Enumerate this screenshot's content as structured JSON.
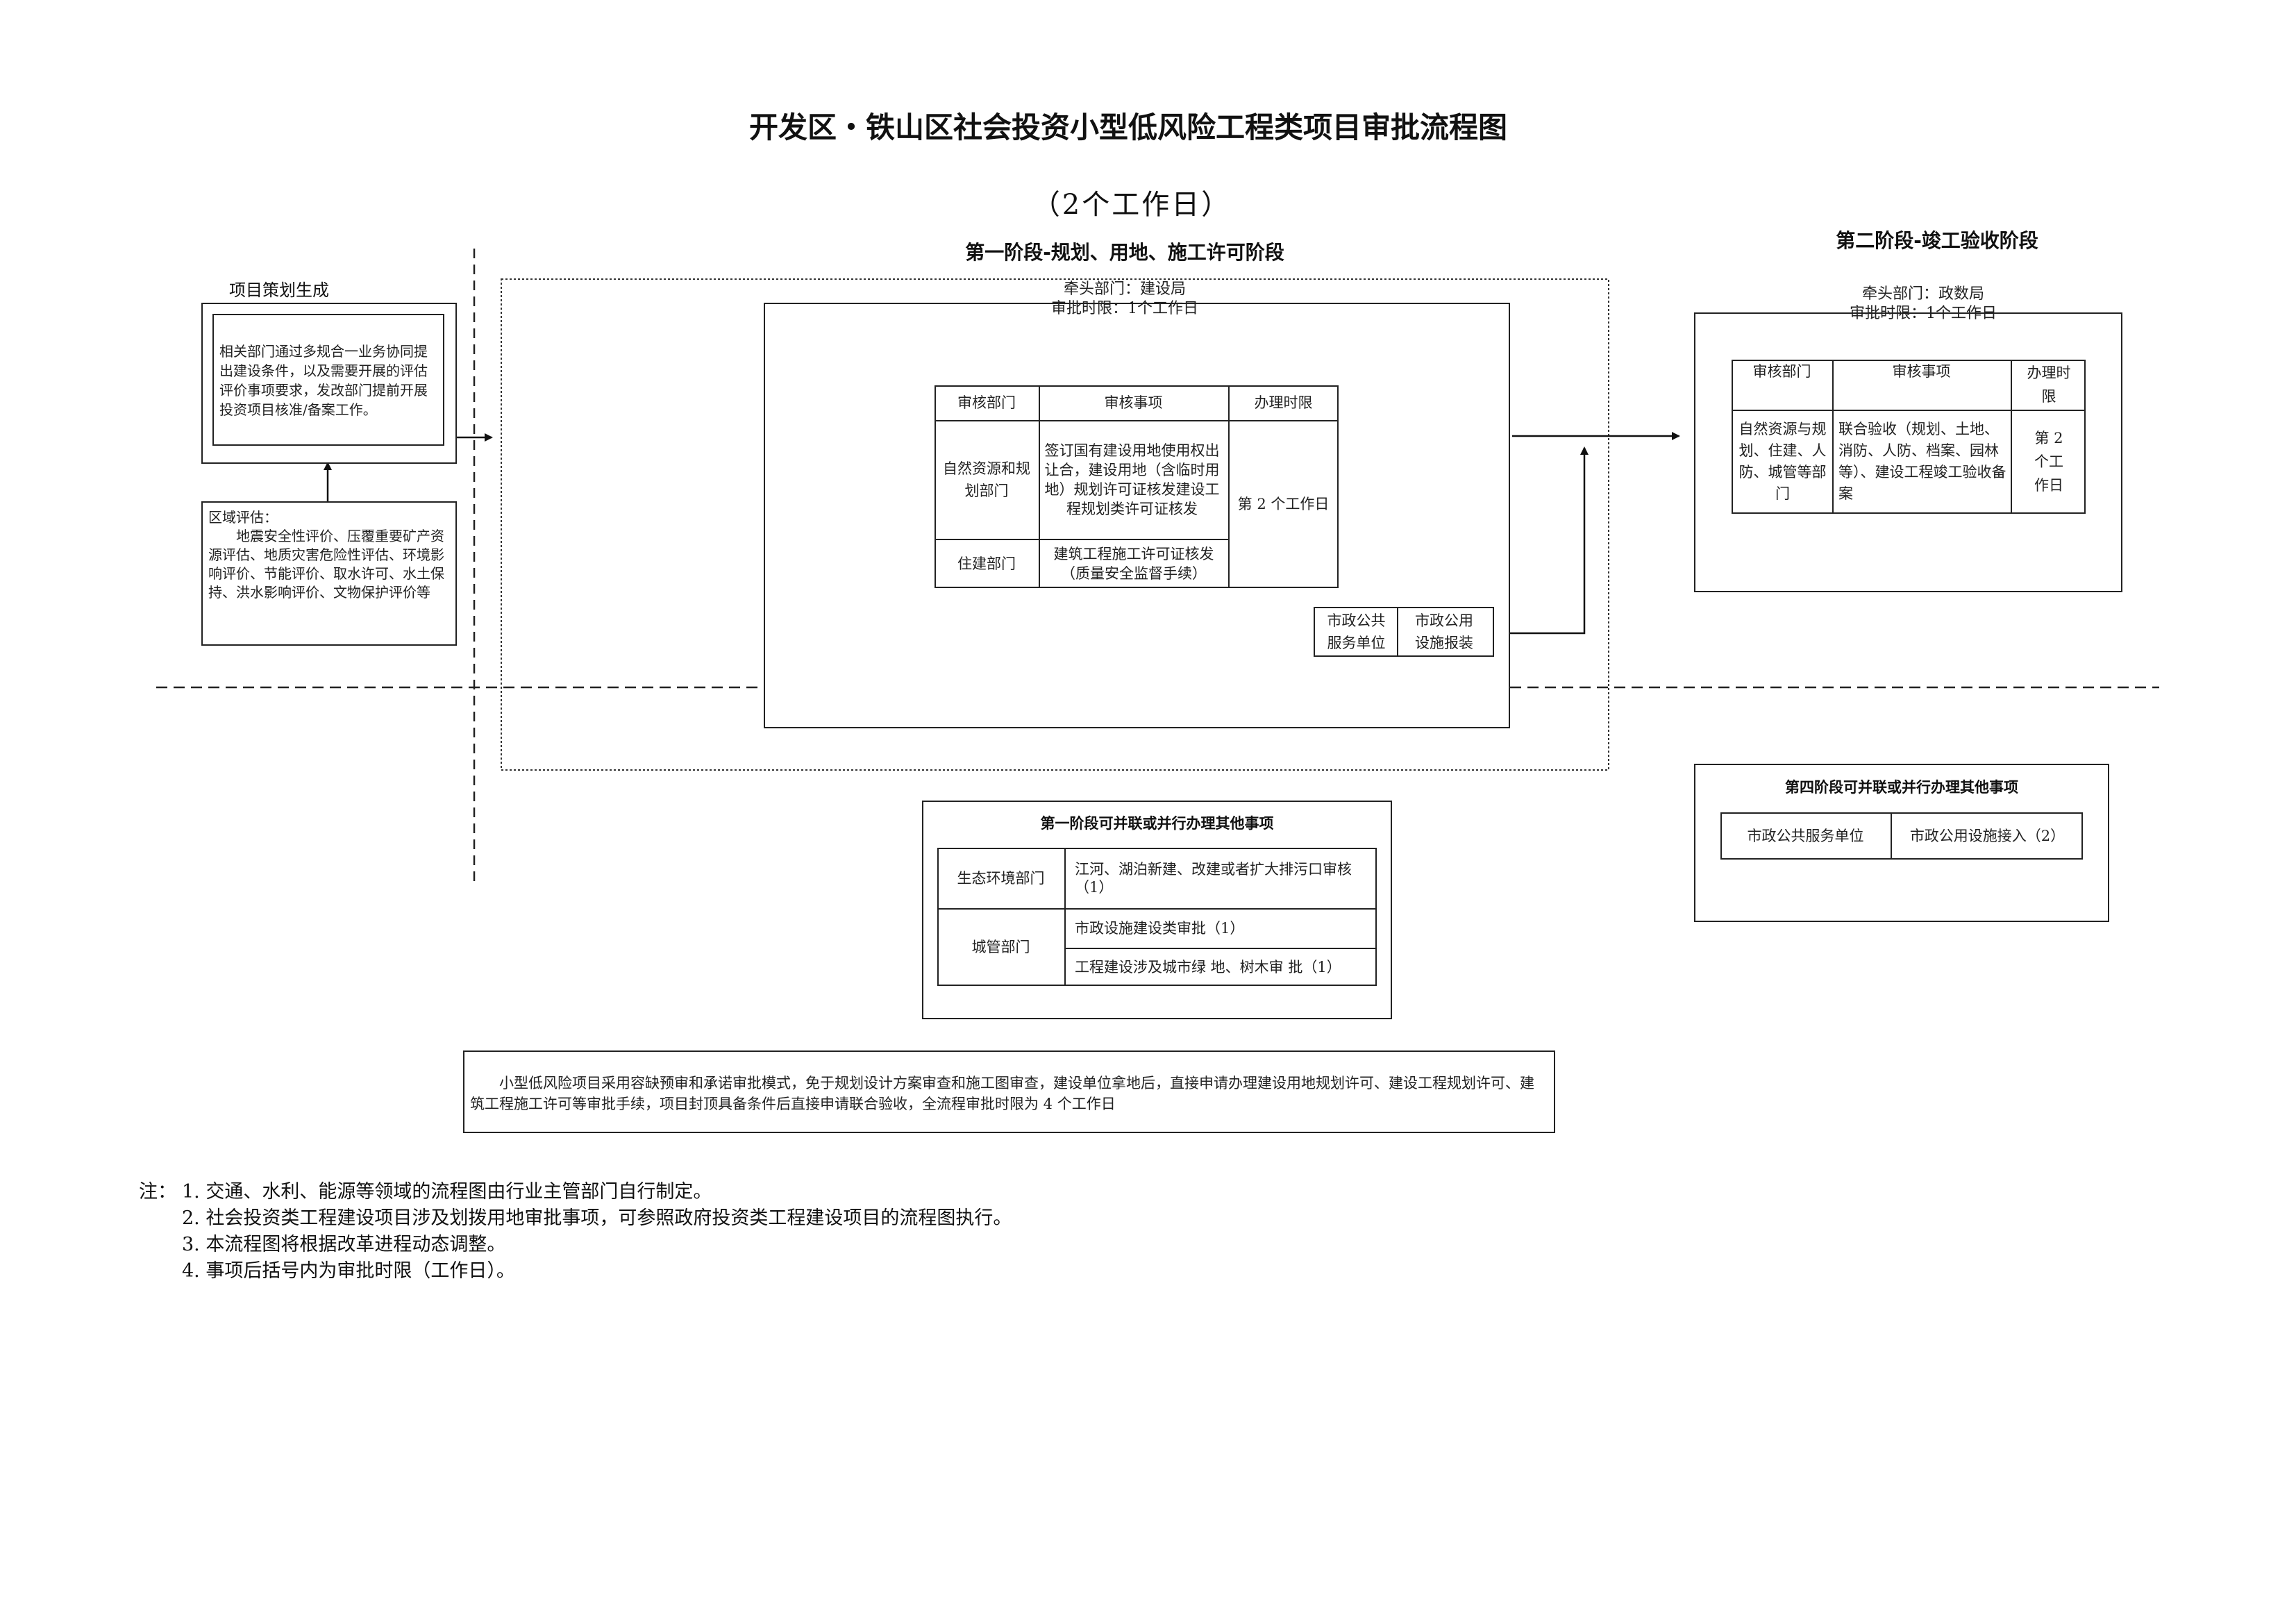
{
  "title": "开发区・铁山区社会投资小型低风险工程类项目审批流程图",
  "subtitle": "（2个工作日）",
  "project_planning": {
    "label": "项目策划生成",
    "content": "相关部门通过多规合一业务协同提出建设条件，以及需要开展的评估评价事项要求，发改部门提前开展投资项目核准/备案工作。"
  },
  "regional_assessment": {
    "label": "区域评估：",
    "content": "地震安全性评价、压覆重要矿产资源评估、地质灾害危险性评估、环境影响评价、节能评价、取水许可、水土保持、洪水影响评价、文物保护评价等"
  },
  "stage1": {
    "title": "第一阶段-规划、用地、施工许可阶段",
    "lead_dept": "牵头部门：建设局",
    "time_limit": "审批时限：1个工作日",
    "table": {
      "headers": [
        "审核部门",
        "审核事项",
        "办理时限"
      ],
      "rows": [
        {
          "dept": "自然资源和规划部门",
          "item": "签订国有建设用地使用权出让合，建设用地（含临时用地）规划许可证核发建设工程规划类许可证核发"
        },
        {
          "dept": "住建部门",
          "item": "建筑工程施工许可证核发（质量安全监督手续）"
        }
      ],
      "duration": "第 2 个工作日"
    },
    "municipal": {
      "unit": "市政公共服务单位",
      "item": "市政公用设施报装"
    }
  },
  "stage2": {
    "title": "第二阶段-竣工验收阶段",
    "lead_dept": "牵头部门：政数局",
    "time_limit": "审批时限：1个工作日",
    "table": {
      "headers": [
        "审核部门",
        "审核事项",
        "办理时限"
      ],
      "dept": "自然资源与规划、住建、人防、城管等部门",
      "item": "联合验收（规划、土地、消防、人防、档案、园林等）、建设工程竣工验收备案",
      "duration": "第 2 个工作日"
    }
  },
  "stage1_parallel": {
    "title": "第一阶段可并联或并行办理其他事项",
    "rows": [
      {
        "dept": "生态环境部门",
        "items": [
          "江河、湖泊新建、改建或者扩大排污口审核（1）"
        ]
      },
      {
        "dept": "城管部门",
        "items": [
          "市政设施建设类审批（1）",
          "工程建设涉及城市绿 地、树木审 批（1）"
        ]
      }
    ]
  },
  "stage4_parallel": {
    "title": "第四阶段可并联或并行办理其他事项",
    "unit": "市政公共服务单位",
    "item": "市政公用设施接入（2）"
  },
  "description": "小型低风险项目采用容缺预审和承诺审批模式，免于规划设计方案审查和施工图审查，建设单位拿地后，直接申请办理建设用地规划许可、建设工程规划许可、建筑工程施工许可等审批手续，项目封顶具备条件后直接申请联合验收，全流程审批时限为 4 个工作日",
  "notes": {
    "prefix": "注：",
    "items": [
      "1.  交通、水利、能源等领域的流程图由行业主管部门自行制定。",
      "2.  社会投资类工程建设项目涉及划拨用地审批事项，可参照政府投资类工程建设项目的流程图执行。",
      "3.  本流程图将根据改革进程动态调整。",
      "4.  事项后括号内为审批时限（工作日）。"
    ]
  }
}
